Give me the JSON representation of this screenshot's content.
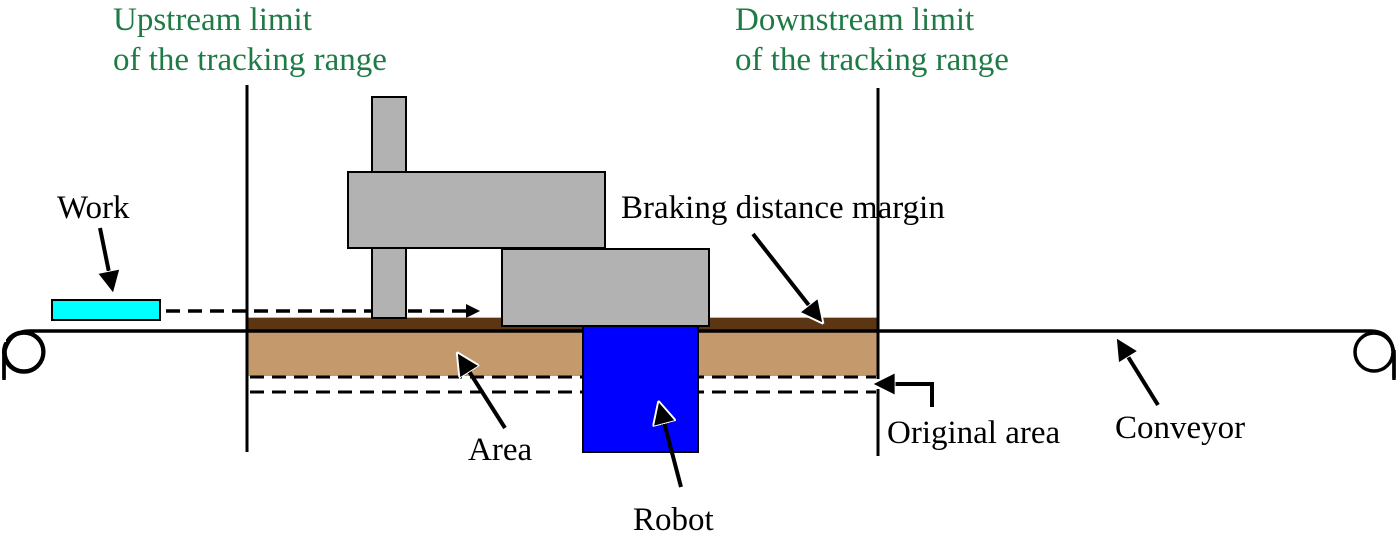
{
  "title": "Tracking range with braking distance margin",
  "labels": {
    "upstream_line1": "Upstream limit",
    "upstream_line2": "of the tracking range",
    "downstream_line1": "Downstream limit",
    "downstream_line2": "of the tracking range",
    "work": "Work",
    "braking": "Braking distance margin",
    "area": "Area",
    "robot": "Robot",
    "original_area": "Original area",
    "conveyor": "Conveyor"
  },
  "colors": {
    "limit_text": "#1e7b45",
    "work": "#00ffff",
    "robot_body": "#0000ff",
    "robot_arm": "#b2b2b2",
    "area": "#c49a6c",
    "braking_margin": "#5c3613",
    "line": "#000000"
  }
}
